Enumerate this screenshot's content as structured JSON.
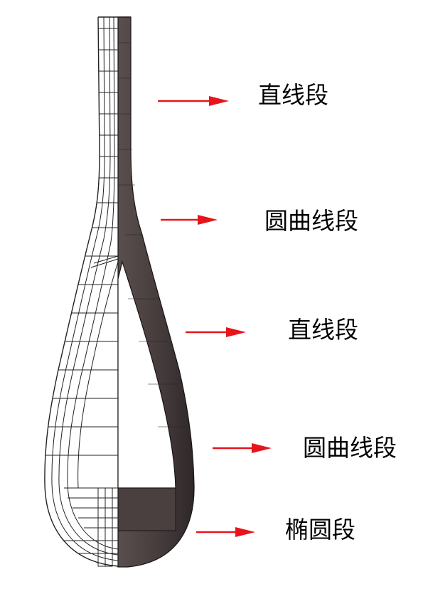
{
  "segments": [
    {
      "label": "直线段"
    },
    {
      "label": "圆曲线段"
    },
    {
      "label": "直线段"
    },
    {
      "label": "圆曲线段"
    },
    {
      "label": "椭圆段"
    }
  ],
  "colors": {
    "arrow": "#e8141b",
    "solid_shell": "#4a4040",
    "wireframe": "#222222"
  }
}
